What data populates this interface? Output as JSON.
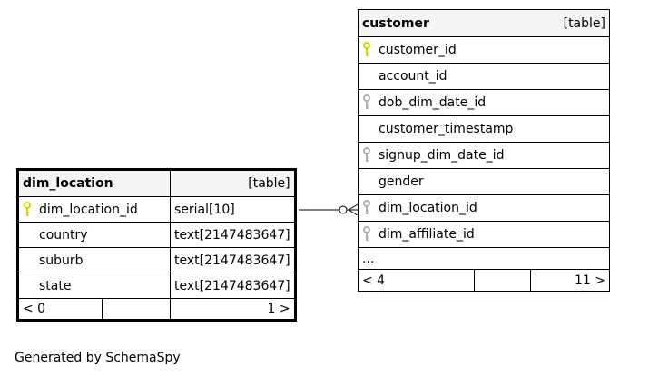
{
  "dim_location": {
    "name": "dim_location",
    "type_label": "[table]",
    "columns": [
      {
        "name": "dim_location_id",
        "type": "serial[10]",
        "key": "primary"
      },
      {
        "name": "country",
        "type": "text[2147483647]",
        "key": "none"
      },
      {
        "name": "suburb",
        "type": "text[2147483647]",
        "key": "none"
      },
      {
        "name": "state",
        "type": "text[2147483647]",
        "key": "none"
      }
    ],
    "stats": {
      "parents": "< 0",
      "children": "1 >"
    }
  },
  "customer": {
    "name": "customer",
    "type_label": "[table]",
    "columns": [
      {
        "name": "customer_id",
        "key": "primary"
      },
      {
        "name": "account_id",
        "key": "none"
      },
      {
        "name": "dob_dim_date_id",
        "key": "foreign"
      },
      {
        "name": "customer_timestamp",
        "key": "none"
      },
      {
        "name": "signup_dim_date_id",
        "key": "foreign"
      },
      {
        "name": "gender",
        "key": "none"
      },
      {
        "name": "dim_location_id",
        "key": "foreign"
      },
      {
        "name": "dim_affiliate_id",
        "key": "foreign"
      }
    ],
    "ellipsis": "...",
    "stats": {
      "parents": "< 4",
      "children": "11 >"
    }
  },
  "colors": {
    "primary_key": "#d4d400",
    "foreign_key": "#b0b0b0",
    "header_bg": "#f4f4f4"
  },
  "footer": "Generated by SchemaSpy"
}
